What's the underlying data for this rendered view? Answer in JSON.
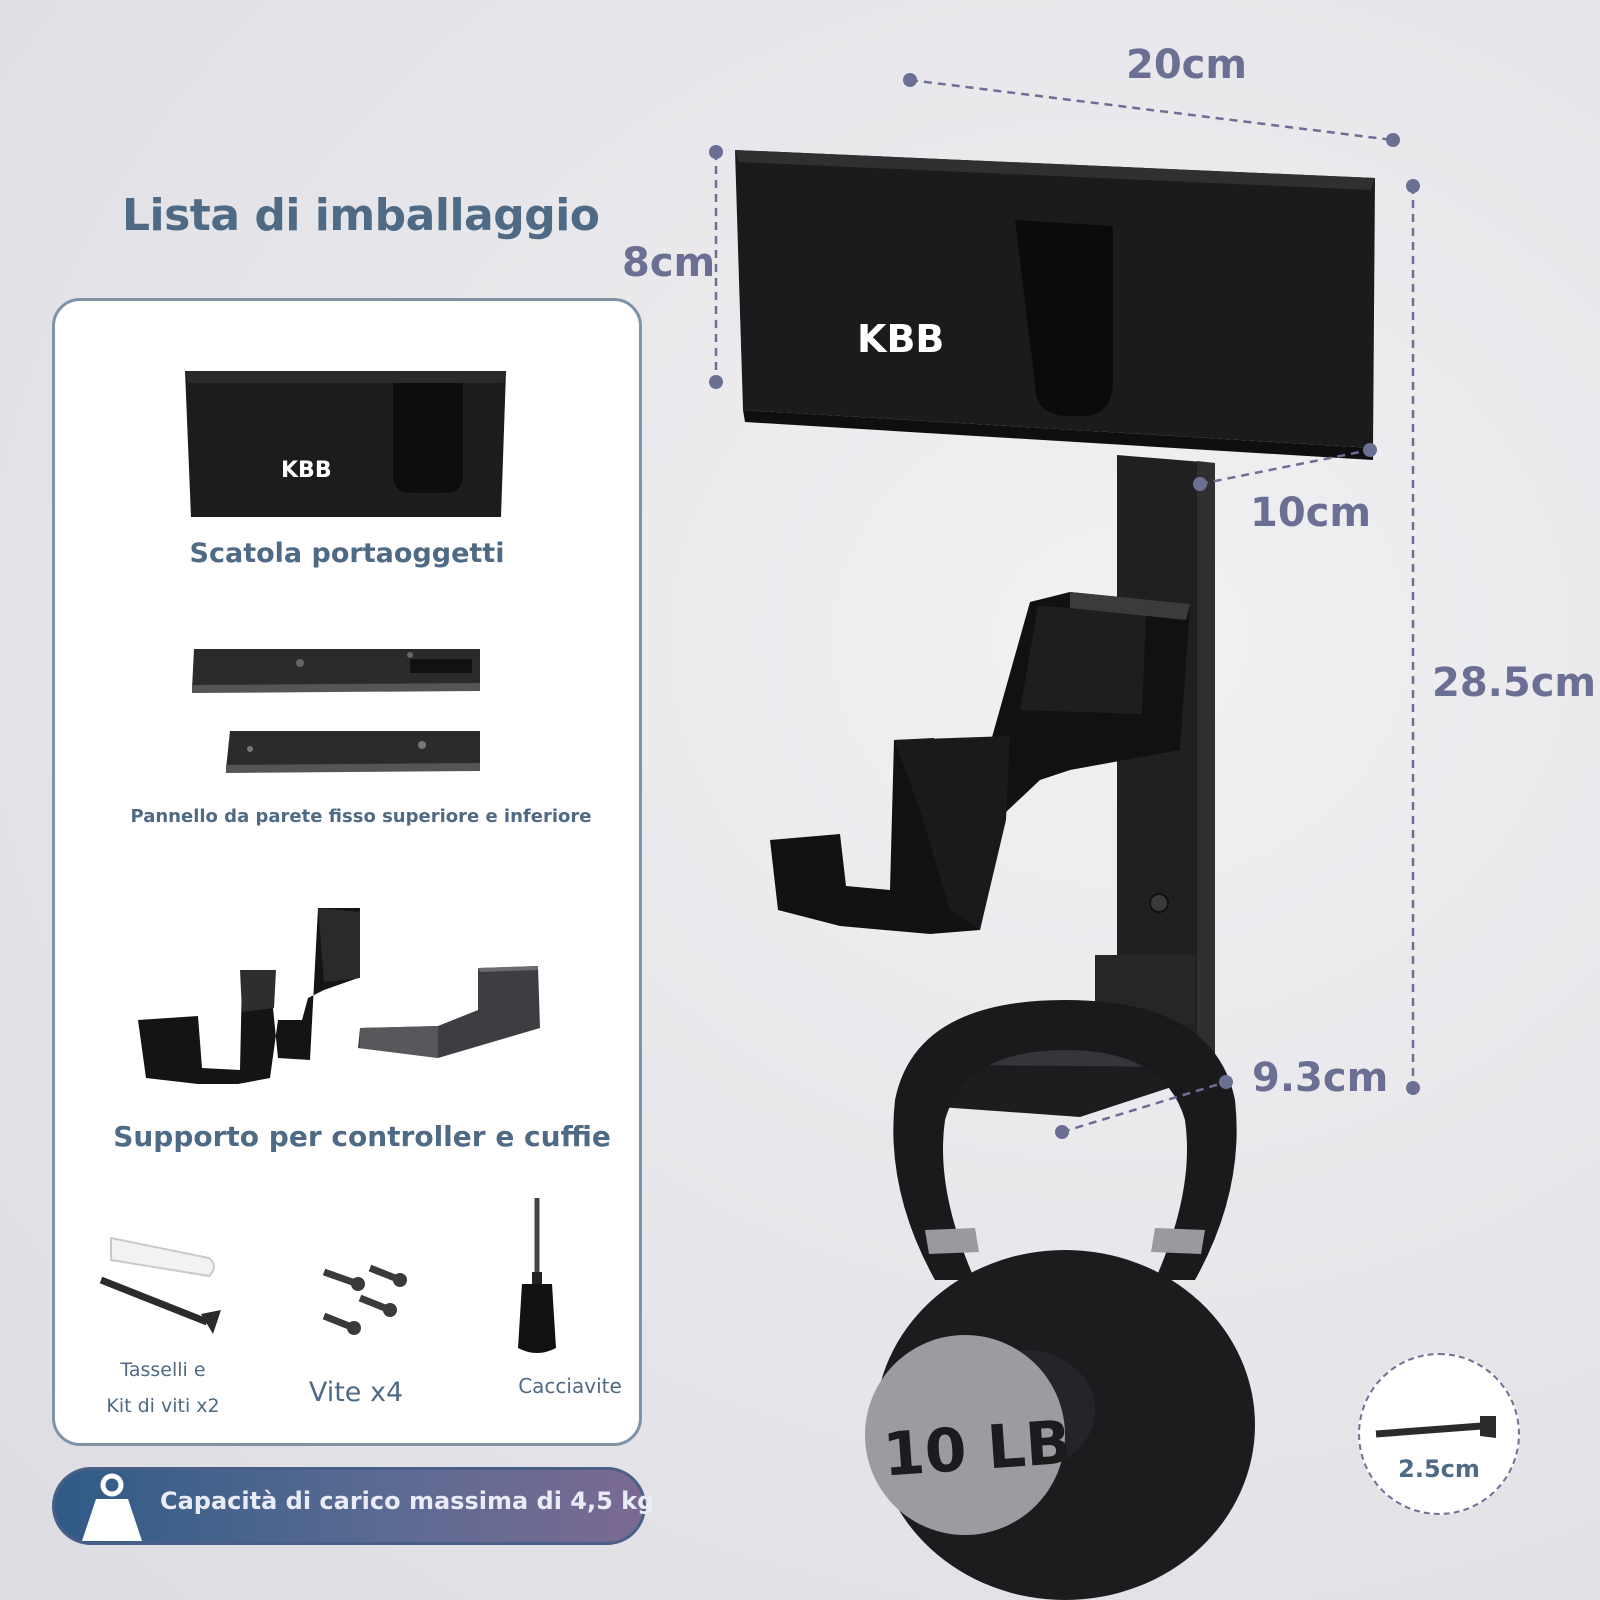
{
  "title": "Lista di imballaggio",
  "packing_list": {
    "storage_box": "Scatola portaoggetti",
    "box_logo": "KBB",
    "wall_panels": "Pannello da parete fisso superiore e inferiore",
    "holder": "Supporto per controller e cuffie",
    "anchors_line1": "Tasselli e",
    "anchors_line2": "Kit di viti x2",
    "screws": "Vite x4",
    "screwdriver": "Cacciavite"
  },
  "capacity": "Capacità di carico massima di 4,5 kg",
  "dimensions": {
    "width": "20cm",
    "box_height": "8cm",
    "depth": "10cm",
    "total_height": "28.5cm",
    "hook_depth": "9.3cm",
    "screw_length": "2.5cm"
  },
  "product": {
    "logo": "KBB",
    "kettlebell_label": "10 LB"
  },
  "colors": {
    "heading": "#4f6a85",
    "dimension": "#6c6f94",
    "panel_border": "#7f93a7",
    "product_black": "#161617"
  }
}
